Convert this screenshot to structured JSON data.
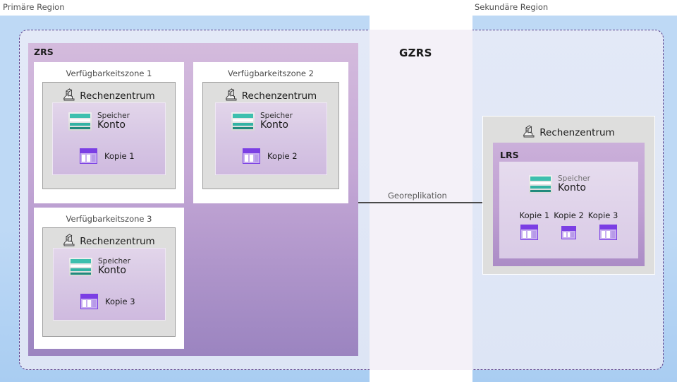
{
  "regions": {
    "primary_label": "Primäre Region",
    "secondary_label": "Sekundäre Region"
  },
  "gzrs": {
    "title": "GZRS"
  },
  "zrs": {
    "title": "ZRS",
    "zones": [
      {
        "title": "Verfügbarkeitszone 1",
        "datacenter_label": "Rechenzentrum",
        "storage_line1": "Speicher",
        "storage_line2": "Konto",
        "copy_label": "Kopie 1"
      },
      {
        "title": "Verfügbarkeitszone 2",
        "datacenter_label": "Rechenzentrum",
        "storage_line1": "Speicher",
        "storage_line2": "Konto",
        "copy_label": "Kopie 2"
      },
      {
        "title": "Verfügbarkeitszone 3",
        "datacenter_label": "Rechenzentrum",
        "storage_line1": "Speicher",
        "storage_line2": "Konto",
        "copy_label": "Kopie 3"
      }
    ]
  },
  "secondary": {
    "datacenter_label": "Rechenzentrum",
    "lrs_title": "LRS",
    "storage_line1": "Speicher",
    "storage_line2": "Konto",
    "copies": [
      "Kopie 1",
      "Kopie 2",
      "Kopie 3"
    ]
  },
  "replication": {
    "label": "Georeplikation"
  },
  "icons": {
    "datacenter": "datacenter-icon",
    "storage_account": "storage-account-icon",
    "copy": "copy-icon"
  },
  "colors": {
    "region_band": "#bed9f5",
    "gzrs_fill": "#e3e9f7",
    "gzrs_border": "#5a3f8c",
    "zrs_top": "#d4bbdd",
    "zrs_bottom": "#9b84c0",
    "lrs_fill": "#c5abd4",
    "datacenter_panel": "#dededd",
    "storage_teal": "#3dbfae",
    "copy_purple": "#7b3fe4",
    "arrow": "#4a4a4a"
  }
}
